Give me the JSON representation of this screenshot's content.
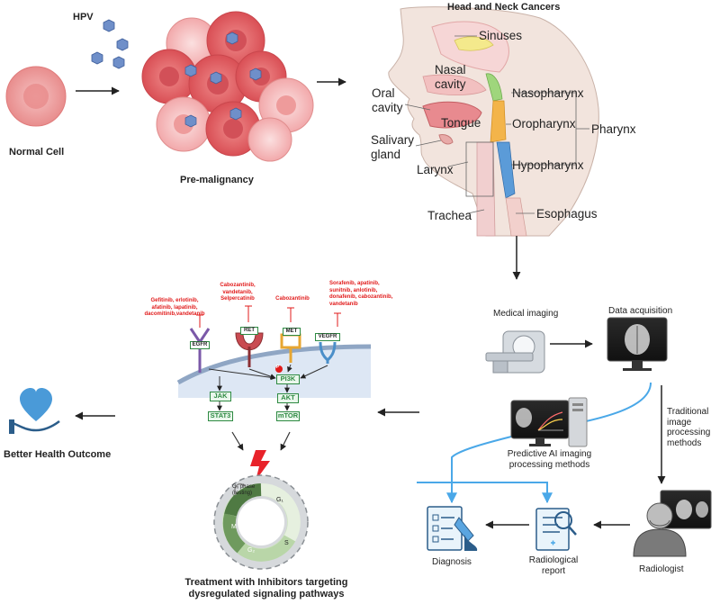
{
  "labels": {
    "hpv": "HPV",
    "normal_cell": "Normal Cell",
    "pre_malignancy": "Pre-malignancy",
    "hn_title": "Head and Neck Cancers",
    "sinuses": "Sinuses",
    "nasal_cavity": "Nasal cavity",
    "oral_cavity": "Oral cavity",
    "tongue": "Tongue",
    "salivary_gland": "Salivary gland",
    "larynx": "Larynx",
    "trachea": "Trachea",
    "nasopharynx": "Nasopharynx",
    "oropharynx": "Oropharynx",
    "hypopharynx": "Hypopharynx",
    "pharynx": "Pharynx",
    "esophagus": "Esophagus",
    "medical_imaging": "Medical imaging",
    "data_acquisition": "Data acquisition",
    "traditional": "Traditional image processing methods",
    "predictive_ai": "Predictive AI imaging processing methods",
    "diagnosis": "Diagnosis",
    "radiological_report": "Radiological report",
    "radiologist": "Radiologist",
    "better_health": "Better Health Outcome",
    "treatment": "Treatment with Inhibitors targeting dysregulated signaling pathways"
  },
  "drugs": {
    "egfr": "Gefitinib, erlotinib, afatinib, lapatinib, dacomitinib,vandetanib",
    "ret": "Cabozantinib, vandetanib, Selpercatinib",
    "met": "Cabozantinib",
    "vegfr": "Sorafenib, apatinib, sunitnib, anlotinib, donafenib, cabozantinib, vandetanib"
  },
  "receptors": {
    "egfr": "EGFR",
    "ret": "RET",
    "met": "MET",
    "vegfr": "VEGFR"
  },
  "pathway": {
    "pi3k": "PI3K",
    "jak": "JAK",
    "akt": "AKT",
    "stat3": "STAT3",
    "mtor": "mTOR",
    "p": "P"
  },
  "cell_cycle": {
    "g0": "G₀ phase (resting)",
    "g1": "G₁",
    "s": "S",
    "g2": "G₂",
    "m": "M"
  },
  "colors": {
    "arrow": "#222222",
    "blue_flow": "#4aa8e8",
    "cell_red": "#e86a6a",
    "cell_pink": "#f3b1b1",
    "virus": "#6f8fc9",
    "heart": "#4a9ad8",
    "drug_red": "#e11b1b"
  }
}
